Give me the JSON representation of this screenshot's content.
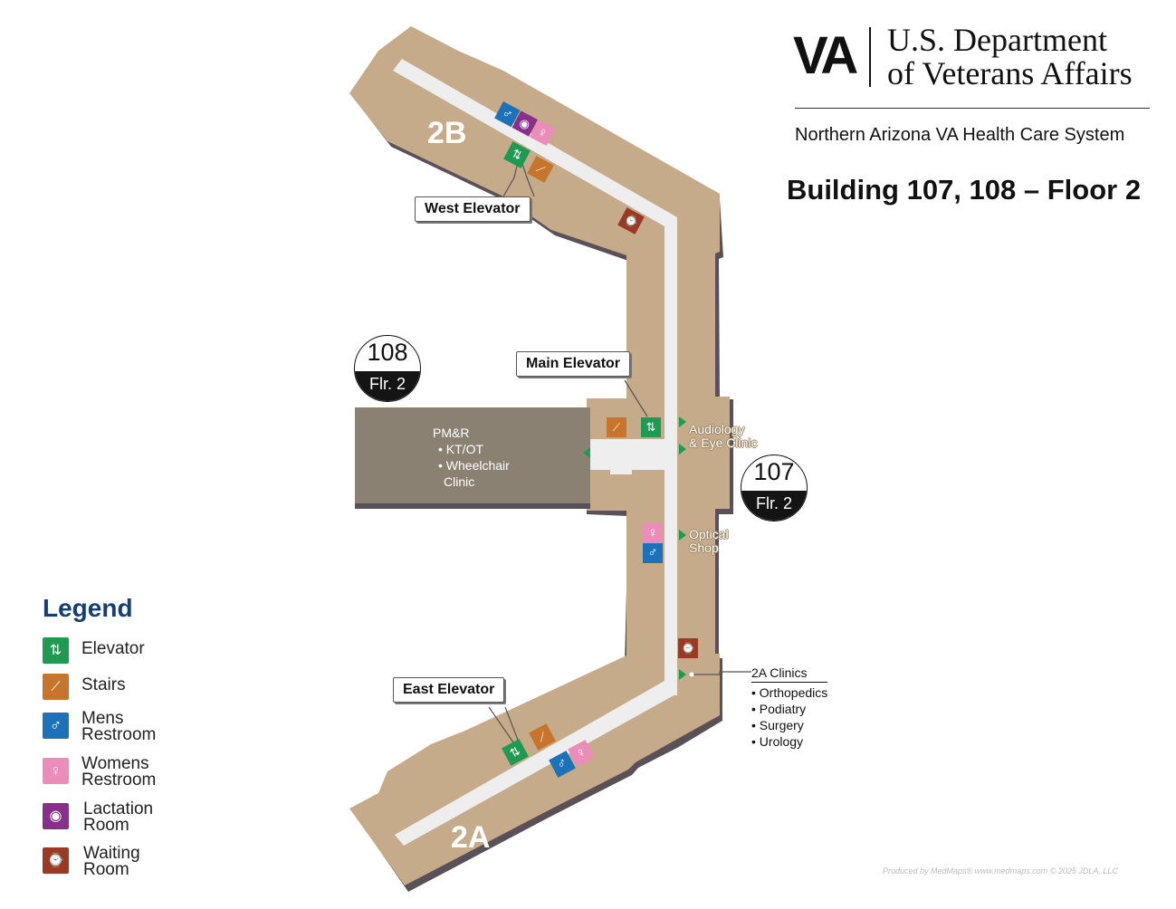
{
  "header": {
    "logo_text": "VA",
    "department_line1": "U.S. Department",
    "department_line2": "of Veterans Affairs",
    "system_name": "Northern Arizona VA Health Care System",
    "floor_title": "Building 107, 108 – Floor 2"
  },
  "map": {
    "wing_north": "2B",
    "wing_south": "2A",
    "callouts": {
      "west_elevator": "West Elevator",
      "main_elevator": "Main Elevator",
      "east_elevator": "East Elevator"
    },
    "badges": [
      {
        "number": "108",
        "floor": "Flr. 2"
      },
      {
        "number": "107",
        "floor": "Flr. 2"
      }
    ],
    "pmr": {
      "title": "PM&R",
      "item1": "• KT/OT",
      "item2": "• Wheelchair",
      "item2b": "Clinic"
    },
    "audiology_line1": "Audiology",
    "audiology_line2": "& Eye Clinic",
    "optical_line1": "Optical",
    "optical_line2": "Shop",
    "clinics": {
      "title": "2A Clinics",
      "items": [
        "• Orthopedics",
        "• Podiatry",
        "• Surgery",
        "• Urology"
      ]
    }
  },
  "legend": {
    "title": "Legend",
    "items": [
      {
        "icon": "elevator-icon",
        "color": "#1f9a52",
        "line1": "Elevator",
        "line2": ""
      },
      {
        "icon": "stairs-icon",
        "color": "#c7752d",
        "line1": "Stairs",
        "line2": ""
      },
      {
        "icon": "mens-restroom-icon",
        "color": "#1c72b8",
        "line1": "Mens",
        "line2": "Restroom"
      },
      {
        "icon": "womens-restroom-icon",
        "color": "#ec8cb9",
        "line1": "Womens",
        "line2": "Restroom"
      },
      {
        "icon": "lactation-room-icon",
        "color": "#8a2e8c",
        "line1": "Lactation",
        "line2": "Room"
      },
      {
        "icon": "waiting-room-icon",
        "color": "#9a3a25",
        "line1": "Waiting",
        "line2": "Room"
      }
    ]
  },
  "colors": {
    "floor": "#c5ab89",
    "corridor": "#eeeeee",
    "shadow": "#5a5058",
    "pmr_block": "#8b8173",
    "legend_title": "#153e75",
    "arrow": "#1f9a52"
  },
  "credit": "Produced by MedMaps®  www.medmaps.com  © 2025 JDLA, LLC"
}
